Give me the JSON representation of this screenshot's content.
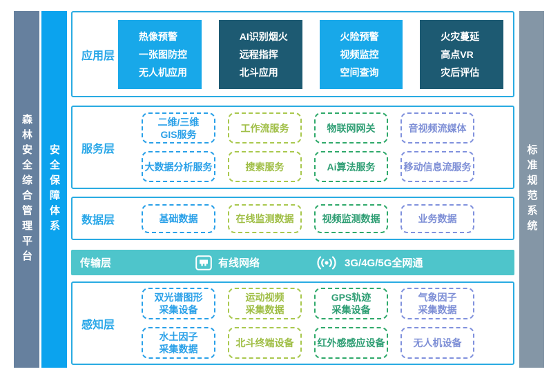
{
  "sidebars": {
    "platform": "森林安全综合管理平台",
    "security": "安全保障体系",
    "standards": "标准规范系统"
  },
  "colors": {
    "platform_bar": "#66809E",
    "security_bar": "#0BA3EE",
    "standards_bar": "#8496A6",
    "layer_border": "#29ABE2",
    "layer_label": "#29A7E8",
    "app_box_bright": "#18A8E9",
    "app_box_dark": "#1D5A72",
    "transmission_bar": "#4EC5CB",
    "dash_blue": "#29A0E8",
    "dash_lime": "#A9C84E",
    "dash_green": "#2FA96A",
    "dash_purple": "#8091DD"
  },
  "layers": {
    "application": {
      "label": "应用层",
      "boxes": [
        {
          "style": "bright",
          "lines": [
            "热像预警",
            "一张图防控",
            "无人机应用"
          ]
        },
        {
          "style": "dark",
          "lines": [
            "AI识别烟火",
            "远程指挥",
            "北斗应用"
          ]
        },
        {
          "style": "bright",
          "lines": [
            "火险预警",
            "视频监控",
            "空间查询"
          ]
        },
        {
          "style": "dark",
          "lines": [
            "火灾蔓延",
            "高点VR",
            "灾后评估"
          ]
        }
      ]
    },
    "service": {
      "label": "服务层",
      "rows": [
        [
          {
            "color": "blue",
            "lines": [
              "二维/三维",
              "GIS服务"
            ]
          },
          {
            "color": "lime",
            "lines": [
              "工作流服务"
            ]
          },
          {
            "color": "green",
            "lines": [
              "物联网网关"
            ]
          },
          {
            "color": "purple",
            "lines": [
              "音视频流媒体"
            ]
          }
        ],
        [
          {
            "color": "blue",
            "lines": [
              "大数据分析服务"
            ]
          },
          {
            "color": "lime",
            "lines": [
              "搜索服务"
            ]
          },
          {
            "color": "green",
            "lines": [
              "Ai算法服务"
            ]
          },
          {
            "color": "purple",
            "lines": [
              "移动信息流服务"
            ]
          }
        ]
      ]
    },
    "data": {
      "label": "数据层",
      "boxes": [
        {
          "color": "blue",
          "lines": [
            "基础数据"
          ]
        },
        {
          "color": "lime",
          "lines": [
            "在线监测数据"
          ]
        },
        {
          "color": "green",
          "lines": [
            "视频监测数据"
          ]
        },
        {
          "color": "purple",
          "lines": [
            "业务数据"
          ]
        }
      ]
    },
    "transmission": {
      "label": "传输层",
      "items": [
        {
          "icon": "ethernet-port-icon",
          "label": "有线网络"
        },
        {
          "icon": "wireless-signal-icon",
          "label": "3G/4G/5G全网通"
        }
      ]
    },
    "perception": {
      "label": "感知层",
      "rows": [
        [
          {
            "color": "blue",
            "lines": [
              "双光谱图形",
              "采集设备"
            ]
          },
          {
            "color": "lime",
            "lines": [
              "运动视频",
              "采集数据"
            ]
          },
          {
            "color": "green",
            "lines": [
              "GPS轨迹",
              "采集设备"
            ]
          },
          {
            "color": "purple",
            "lines": [
              "气象因子",
              "采集数据"
            ]
          }
        ],
        [
          {
            "color": "blue",
            "lines": [
              "水土因子",
              "采集数据"
            ]
          },
          {
            "color": "lime",
            "lines": [
              "北斗终端设备"
            ]
          },
          {
            "color": "green",
            "lines": [
              "红外感感应设备"
            ]
          },
          {
            "color": "purple",
            "lines": [
              "无人机设备"
            ]
          }
        ]
      ]
    }
  }
}
